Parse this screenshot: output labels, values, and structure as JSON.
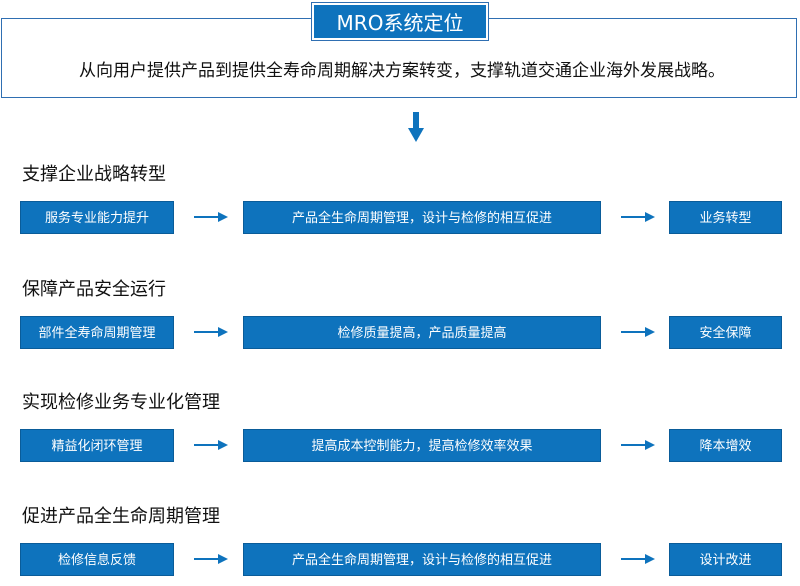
{
  "header": {
    "title": "MRO系统定位",
    "mission": "从向用户提供产品到提供全寿命周期解决方案转变，支撑轨道交通企业海外发展战略。"
  },
  "sections": [
    {
      "title": "支撑企业战略转型",
      "steps": [
        "服务专业能力提升",
        "产品全生命周期管理，设计与检修的相互促进",
        "业务转型"
      ]
    },
    {
      "title": "保障产品安全运行",
      "steps": [
        "部件全寿命周期管理",
        "检修质量提高，产品质量提高",
        "安全保障"
      ]
    },
    {
      "title": "实现检修业务专业化管理",
      "steps": [
        "精益化闭环管理",
        "提高成本控制能力，提高检修效率效果",
        "降本增效"
      ]
    },
    {
      "title": "促进产品全生命周期管理",
      "steps": [
        "检修信息反馈",
        "产品全生命周期管理，设计与检修的相互促进",
        "设计改进"
      ]
    }
  ],
  "colors": {
    "accent": "#0e73bd",
    "border": "#2f6fb2"
  },
  "icons": [
    "down-arrow-icon",
    "right-arrow-icon"
  ]
}
